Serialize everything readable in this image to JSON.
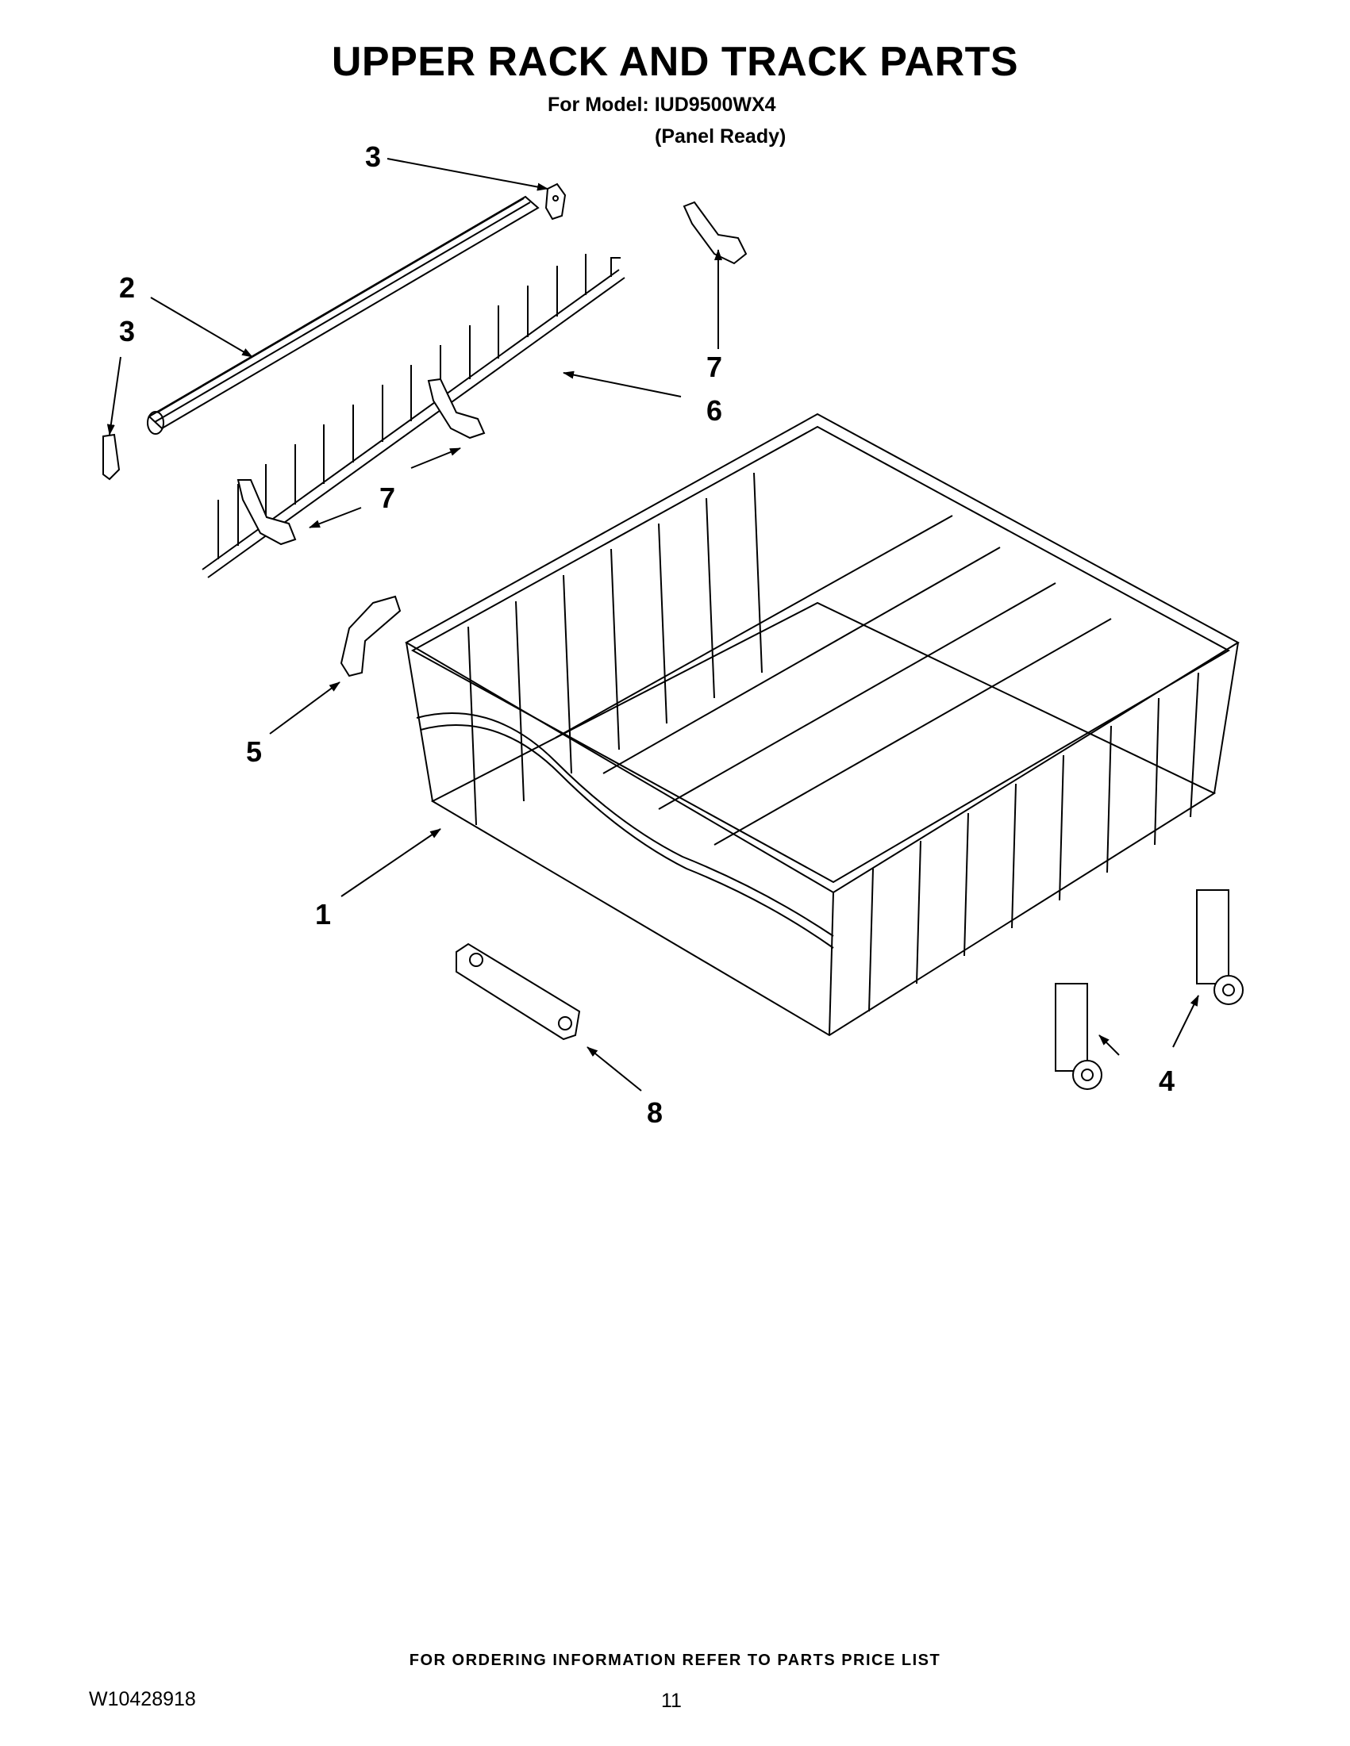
{
  "header": {
    "title": "UPPER RACK AND TRACK PARTS",
    "model_line": "For Model: IUD9500WX4",
    "variant_line": "(Panel Ready)"
  },
  "callouts": [
    {
      "id": "c3a",
      "label": "3"
    },
    {
      "id": "c2",
      "label": "2"
    },
    {
      "id": "c3b",
      "label": "3"
    },
    {
      "id": "c7a",
      "label": "7"
    },
    {
      "id": "c6",
      "label": "6"
    },
    {
      "id": "c7b",
      "label": "7"
    },
    {
      "id": "c5",
      "label": "5"
    },
    {
      "id": "c1",
      "label": "1"
    },
    {
      "id": "c8",
      "label": "8"
    },
    {
      "id": "c4",
      "label": "4"
    }
  ],
  "footer": {
    "ordering_note": "FOR ORDERING INFORMATION REFER TO PARTS PRICE LIST",
    "doc_number": "W10428918",
    "page_number": "11"
  }
}
